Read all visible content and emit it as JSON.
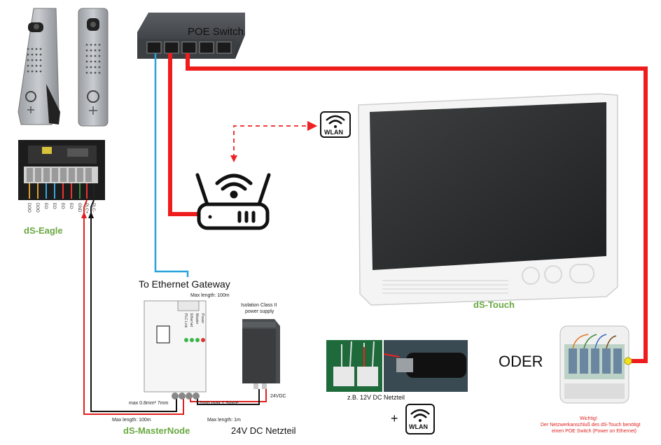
{
  "labels": {
    "poe_switch": "POE Switch",
    "wlan": "WLAN",
    "ds_eagle": "dS-Eagle",
    "ds_touch": "dS-Touch",
    "ds_masternode": "dS-MasterNode",
    "to_ethernet_gateway": "To Ethernet Gateway",
    "max_length_100m_top": "Max length: 100m",
    "isolation_class": "Isolation Class II",
    "power_supply": "power supply",
    "vdc_24": "24VDC",
    "netzteil_24v": "24V DC Netzteil",
    "max_wire_08": "max 0.8mm² 7mm",
    "max_wire_15": "7mm max 1.5mm²",
    "max_length_100m_bottom": "Max length: 100m",
    "max_length_1m": "Max length: 1m",
    "netzteil_12v": "z.B. 12V DC Netzteil",
    "plus": "+",
    "oder": "ODER",
    "wichtig": "Wichtig!",
    "note_line1": "Der Netzwerkanschluß des dS-Touch benötigt",
    "note_line2": "einen POE Switch (Power on Ethernet)"
  },
  "eagle_terminals": [
    "DOO",
    "DOO",
    "EO",
    "EO",
    "EO",
    "EO",
    "GND",
    "PLC+",
    "PLC-"
  ],
  "masternode_leds": [
    "PLC Link",
    "Ethernet",
    "Master",
    "Power"
  ],
  "colors": {
    "poe_cable": "#ee1c1c",
    "ethernet_cable": "#29a3dc",
    "label_green": "#6aa842",
    "note_red": "#e02020"
  }
}
